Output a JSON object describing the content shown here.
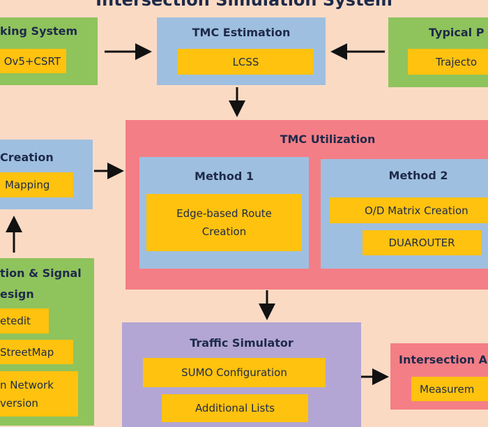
{
  "title": "Intersection Simulation System",
  "tracking": {
    "title": "king System",
    "item": "Ov5+CSRT"
  },
  "tmc_estimation": {
    "title": "TMC Estimation",
    "item": "LCSS"
  },
  "typical": {
    "title": "Typical P",
    "item": "Trajecto"
  },
  "creation": {
    "title": "Creation",
    "item": "Mapping"
  },
  "network": {
    "title_line1": "tion & Signal",
    "title_line2": "esign",
    "items": [
      "etedit",
      "StreetMap",
      "n Network",
      "version"
    ]
  },
  "tmc_utilization": {
    "title": "TMC Utilization",
    "method1": {
      "title": "Method 1",
      "item_line1": "Edge-based Route",
      "item_line2": "Creation"
    },
    "method2": {
      "title": "Method 2",
      "items": [
        "O/D Matrix Creation",
        "DUAROUTER"
      ]
    }
  },
  "traffic_simulator": {
    "title": "Traffic Simulator",
    "items": [
      "SUMO Configuration",
      "Additional Lists"
    ]
  },
  "intersection": {
    "title": "Intersection A",
    "item": "Measurem"
  },
  "colors": {
    "background": "#fbdac4",
    "green": "#8fc35c",
    "blue": "#9fbfe0",
    "pink": "#f47e86",
    "purple": "#b3a6d4",
    "yellow": "#ffc20e"
  }
}
